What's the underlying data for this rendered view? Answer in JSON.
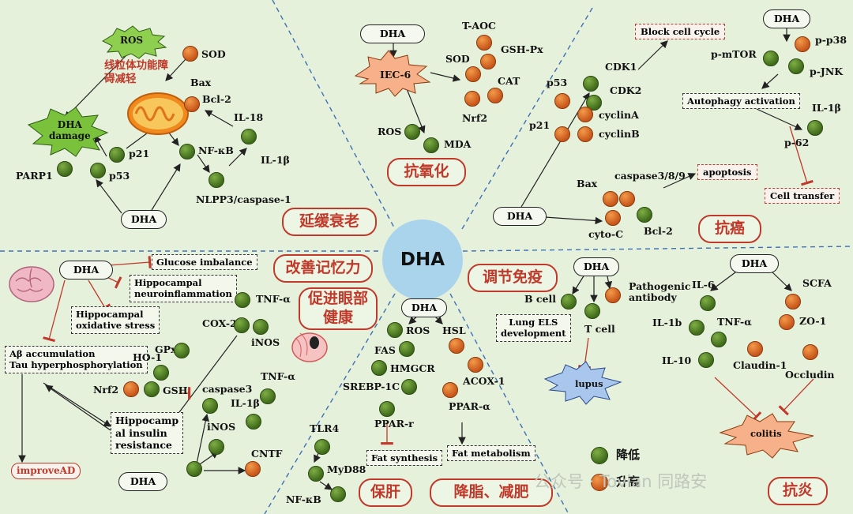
{
  "center": "DHA",
  "legend": {
    "down": "降低",
    "up": "升高"
  },
  "watermark": "公众号 · Tovian 同路安",
  "sections": {
    "aging": {
      "title": "延缓衰老",
      "dha": "DHA",
      "note": "线粒体功能障碍减轻",
      "note_line1": "线粒体功能障",
      "note_line2": "碍减轻",
      "ros": "ROS",
      "damage_line1": "DHA",
      "damage_line2": "damage",
      "nodes": {
        "sod": "SOD",
        "bax": "Bax",
        "bcl2": "Bcl-2",
        "il18": "IL-18",
        "nfkb": "NF-κB",
        "il1b": "IL-1β",
        "p21": "p21",
        "p53": "p53",
        "parp1": "PARP1",
        "nlrp3": "NLPP3/caspase-1"
      }
    },
    "antioxidant": {
      "title": "抗氧化",
      "dha": "DHA",
      "iec6": "IEC-6",
      "nodes": {
        "taoc": "T-AOC",
        "gshpx": "GSH-Px",
        "sod": "SOD",
        "cat": "CAT",
        "nrf2": "Nrf2",
        "ros": "ROS",
        "mda": "MDA"
      }
    },
    "anticancer": {
      "title": "抗癌",
      "dha1": "DHA",
      "dha2": "DHA",
      "block": "Block cell cycle",
      "autophagy": "Autophagy activation",
      "apoptosis": "apoptosis",
      "transfer": "Cell transfer",
      "nodes": {
        "cdk1": "CDK1",
        "cdk2": "CDK2",
        "p53": "p53",
        "cyclinA": "cyclinA",
        "p21": "p21",
        "cyclinB": "cyclinB",
        "pp38": "p-p38",
        "pmtor": "p-mTOR",
        "pjnk": "p-JNK",
        "il1b": "IL-1β",
        "p62": "p-62",
        "bax": "Bax",
        "casp": "caspase3/8/9",
        "cytoc": "cyto-C",
        "bcl2": "Bcl-2"
      }
    },
    "memory": {
      "title": "改善记忆力",
      "dha": "DHA",
      "glucose": "Glucose imbalance",
      "neuro": "Hippocampal\nneuroinflammation",
      "oxstress": "Hippocampal\noxidative stress",
      "abeta": "Aβ accumulation\nTau hyperphosphorylation",
      "insulin": "Hippocamp\nal insulin\nresistance",
      "improve": "improveAD",
      "nodes": {
        "hoc1": "HO-1",
        "gpx": "GPx",
        "nrf2": "Nrf2",
        "gsh": "GSH"
      }
    },
    "eye": {
      "title": "促进眼部健康",
      "title_line1": "促进眼部",
      "title_line2": "健康",
      "dha": "DHA",
      "nodes": {
        "tnfa1": "TNF-α",
        "cox2": "COX-2",
        "inos1": "iNOS",
        "caspase3": "caspase3",
        "tnfa2": "TNF-α",
        "il1b": "IL-1β",
        "inos2": "iNOS",
        "cntf": "CNTF"
      }
    },
    "liver": {
      "title": "保肝",
      "nodes": {
        "tlr4": "TLR4",
        "myd88": "MyD88",
        "nfkb": "NF-κB"
      }
    },
    "lipid": {
      "title": "降脂、减肥",
      "dha": "DHA",
      "fat_synthesis": "Fat synthesis",
      "fat_metabolism": "Fat metabolism",
      "nodes": {
        "ros": "ROS",
        "hsl": "HSL",
        "fas": "FAS",
        "hmgcr": "HMGCR",
        "srebp": "SREBP-1C",
        "acox": "ACOX-1",
        "pparr": "PPAR-r",
        "ppara": "PPAR-α"
      }
    },
    "immune": {
      "title": "调节免疫",
      "dha": "DHA",
      "lung": "Lung ELS\ndevelopment",
      "lupus": "lupus",
      "nodes": {
        "bcell": "B cell",
        "pathogenic": "Pathogenic\nantibody",
        "tcell": "T cell"
      }
    },
    "antiinflammatory": {
      "title": "抗炎",
      "dha": "DHA",
      "colitis": "colitis",
      "nodes": {
        "il6": "IL-6",
        "scfa": "SCFA",
        "il1b": "IL-1b",
        "tnfa": "TNF-α",
        "zo1": "ZO-1",
        "il10": "IL-10",
        "claudin": "Claudin-1",
        "occludin": "Occludin"
      }
    }
  },
  "colors": {
    "down": "#4f7f22",
    "up": "#de7128",
    "accent": "#c0392b",
    "center": "#a9d4ec",
    "background": "#e6f1dc"
  }
}
